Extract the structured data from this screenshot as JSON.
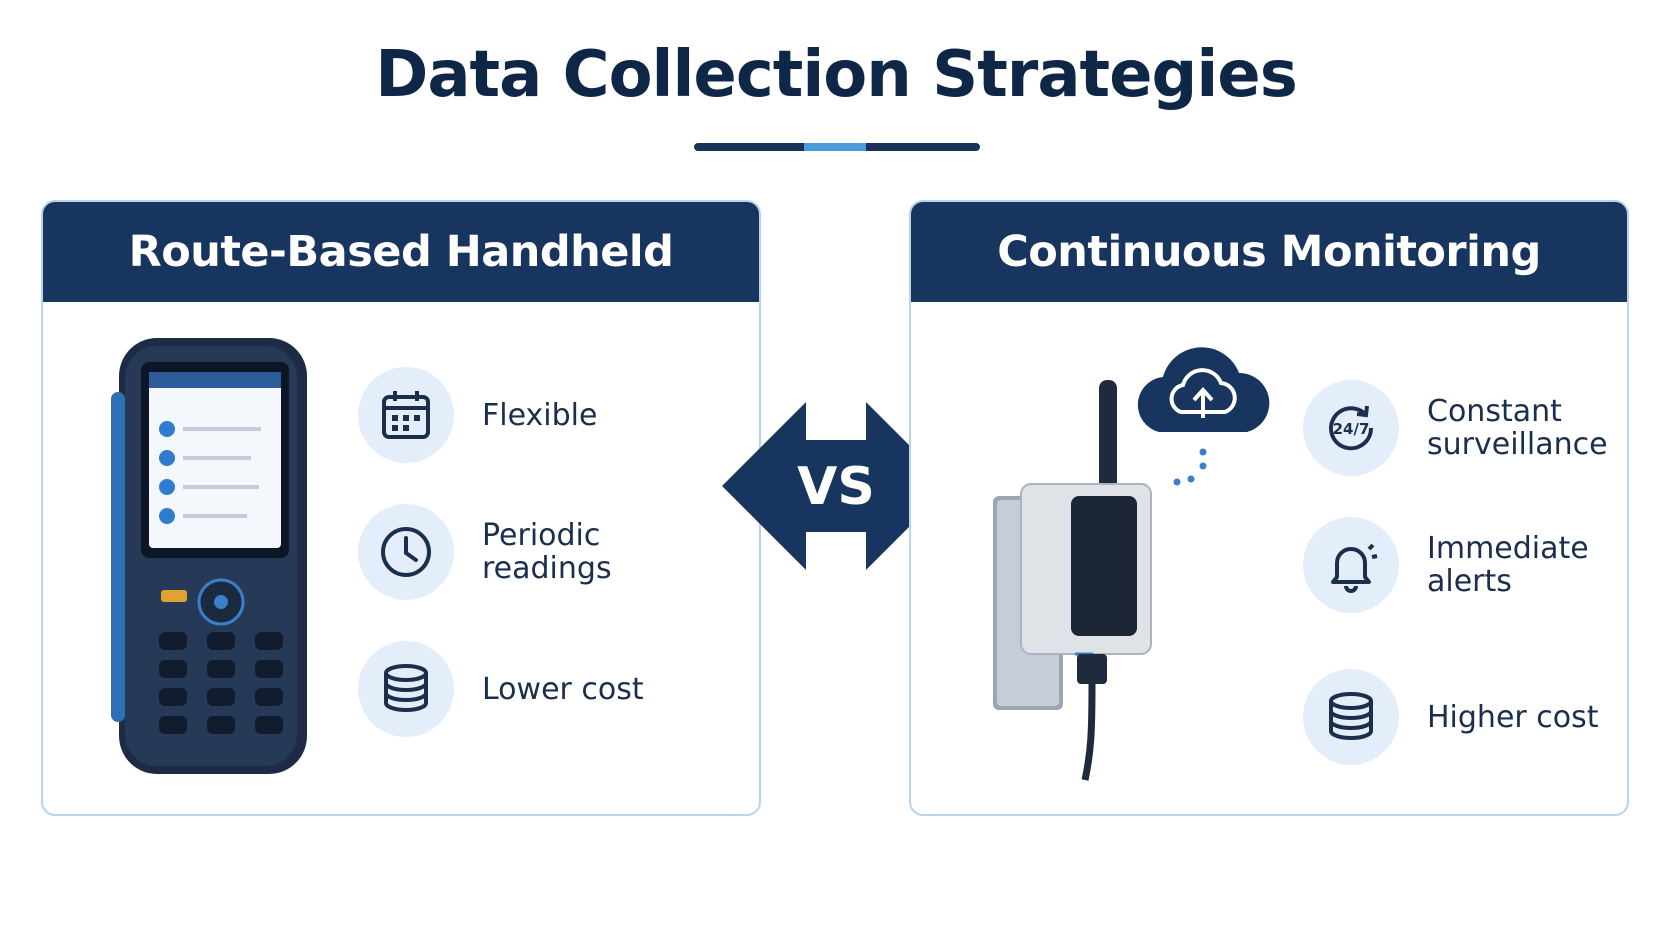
{
  "title": "Data Collection Strategies",
  "divider_text": "VS",
  "colors": {
    "navy": "#17355e",
    "accent": "#4a9bdb",
    "icon_bg": "#e3eefa",
    "border": "#b8d3ee"
  },
  "left_panel": {
    "heading": "Route-Based Handheld",
    "device_icon": "handheld-data-collector",
    "features": [
      {
        "icon": "calendar-icon",
        "label": "Flexible"
      },
      {
        "icon": "clock-icon",
        "label": "Periodic readings"
      },
      {
        "icon": "coin-stack-icon",
        "label": "Lower cost"
      }
    ]
  },
  "right_panel": {
    "heading": "Continuous Monitoring",
    "device_icon": "wireless-sensor",
    "features": [
      {
        "icon": "twenty-four-seven-icon",
        "label": "Constant surveillance"
      },
      {
        "icon": "bell-icon",
        "label": "Immediate alerts"
      },
      {
        "icon": "coin-stack-icon",
        "label": "Higher cost"
      }
    ]
  }
}
